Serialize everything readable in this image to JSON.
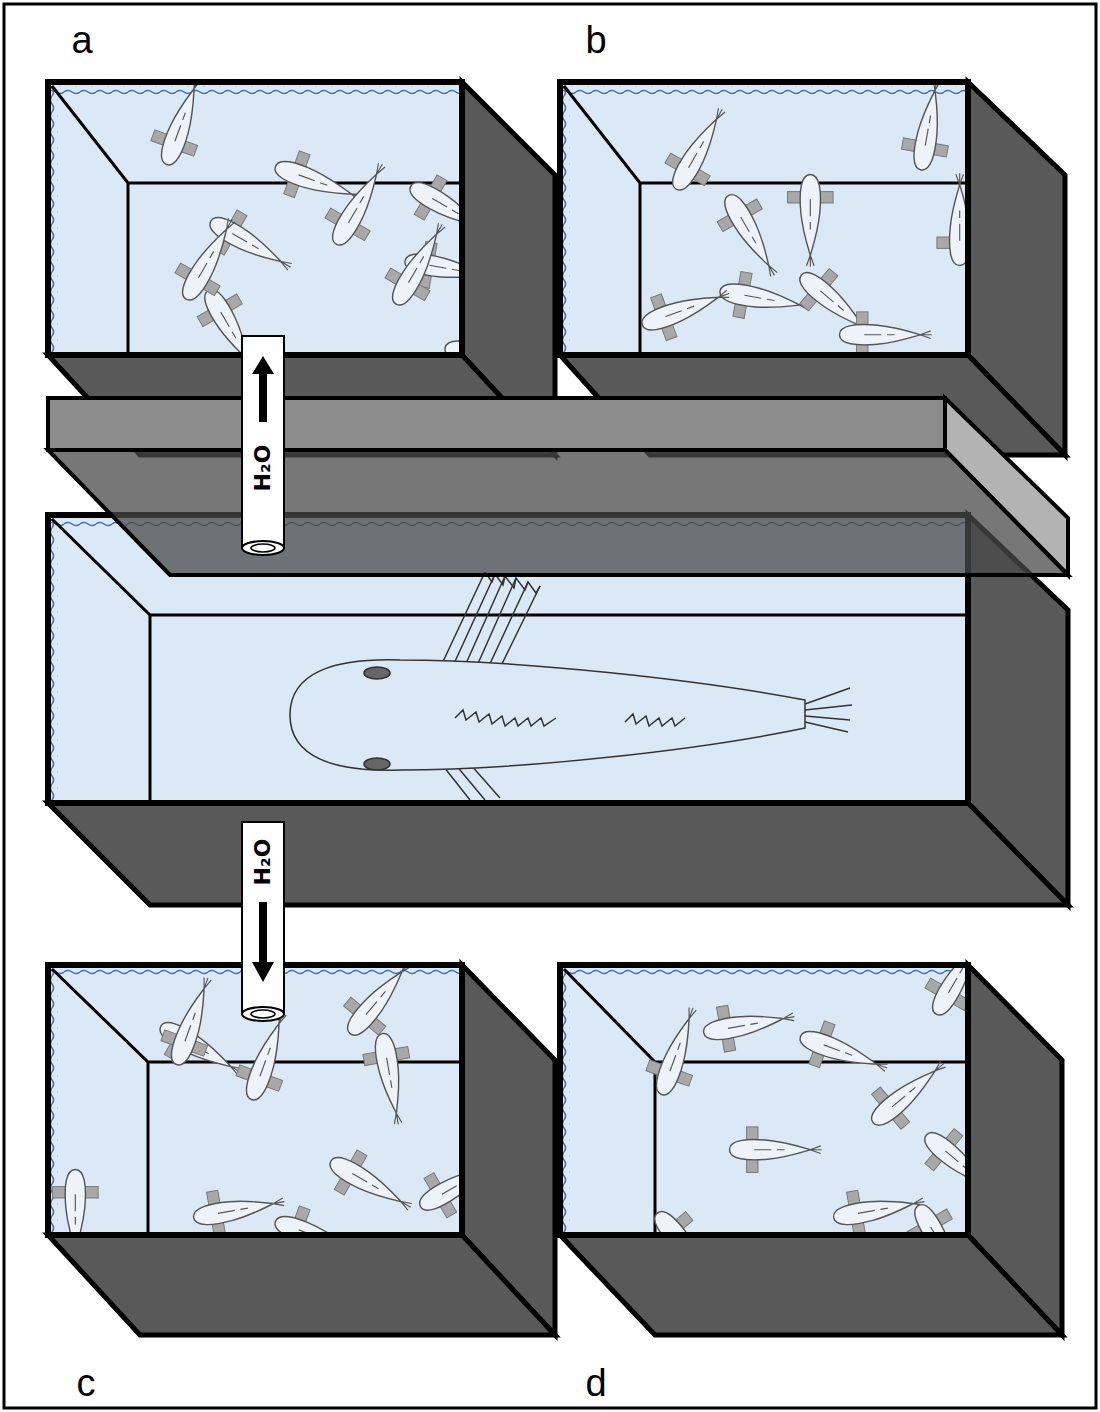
{
  "diagram": {
    "labels": [
      "a",
      "b",
      "c",
      "d",
      "H₂O",
      "H₂O"
    ]
  }
}
